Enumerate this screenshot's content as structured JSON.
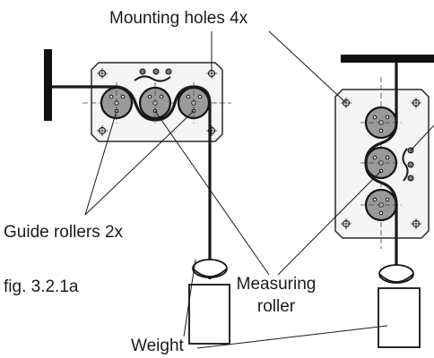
{
  "labels": {
    "mounting_holes": "Mounting holes 4x",
    "guide_rollers": "Guide rollers 2x",
    "measuring_line1": "Measuring",
    "measuring_line2": "roller",
    "weight": "Weight",
    "figure": "fig. 3.2.1a"
  },
  "colors": {
    "line": "#1a1a1a",
    "roller_fill": "#9a9a9a",
    "plate_fill": "#f5f5f5",
    "background": "#ffffff"
  }
}
